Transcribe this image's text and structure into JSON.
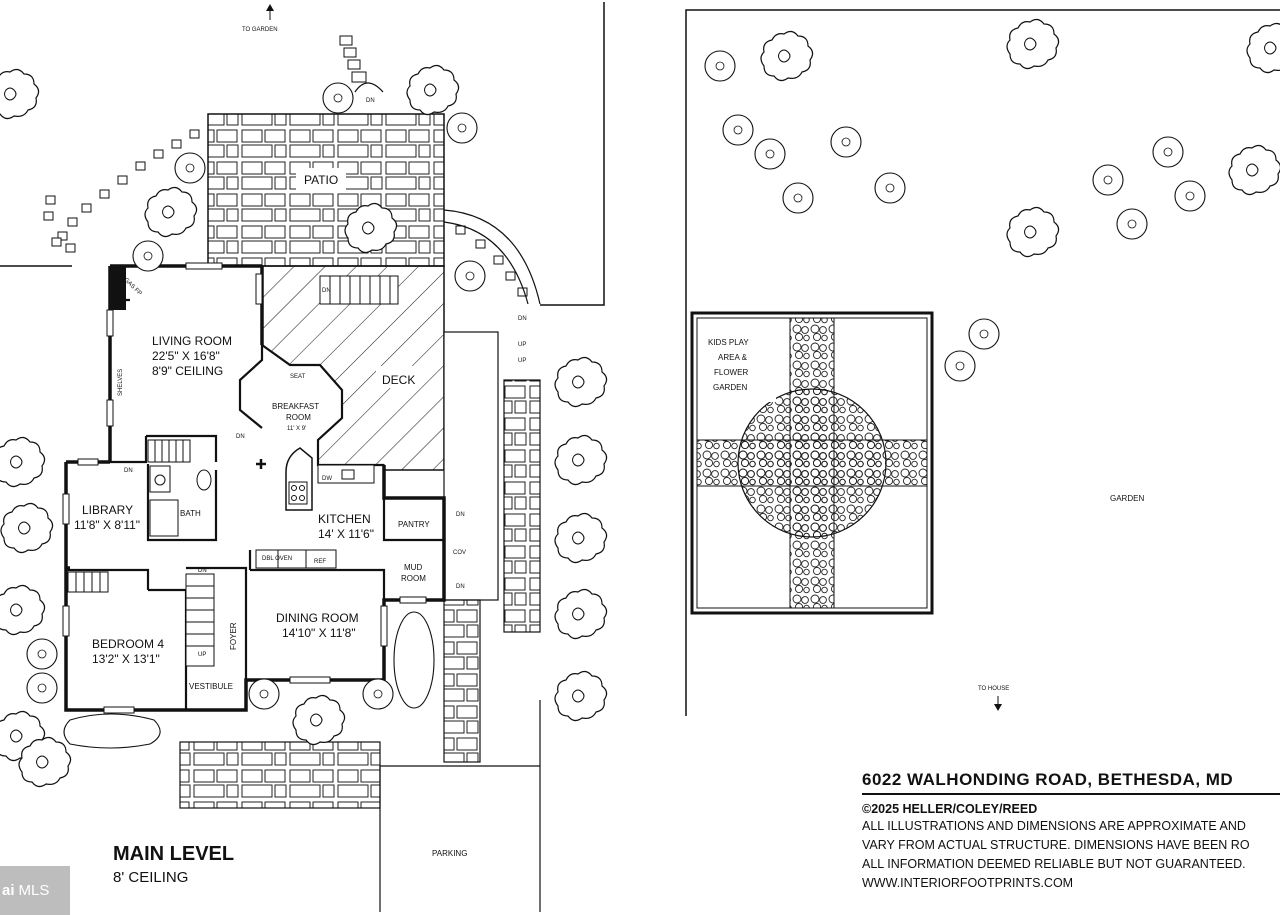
{
  "site": {
    "to_garden": "TO GARDEN",
    "to_house": "TO HOUSE",
    "patio": "PATIO",
    "deck": "DECK",
    "garden": "GARDEN",
    "parking": "PARKING",
    "kids_area": [
      "KIDS PLAY",
      "AREA &",
      "FLOWER",
      "GARDEN"
    ]
  },
  "rooms": {
    "living": {
      "name": "LIVING ROOM",
      "dims": "22'5\" X 16'8\"",
      "ceiling": "8'9\" CEILING"
    },
    "breakfast": {
      "name1": "BREAKFAST",
      "name2": "ROOM",
      "dims": "11' X 9'"
    },
    "library": {
      "name": "LIBRARY",
      "dims": "11'8\" X 8'11\""
    },
    "bath": "BATH",
    "kitchen": {
      "name": "KITCHEN",
      "dims": "14' X 11'6\""
    },
    "pantry": "PANTRY",
    "mud": {
      "name1": "MUD",
      "name2": "ROOM"
    },
    "dining": {
      "name": "DINING ROOM",
      "dims": "14'10\" X 11'8\""
    },
    "bedroom4": {
      "name": "BEDROOM 4",
      "dims": "13'2\" X 13'1\""
    },
    "foyer": "FOYER",
    "vestibule": "VESTIBULE"
  },
  "fixtures": {
    "seat": "SEAT",
    "shelves": "SHELVES",
    "gas_fp": "GAS FP",
    "dw": "DW",
    "dbl_oven": "DBL OVEN",
    "ref": "REF",
    "cov": "COV",
    "dn": "DN",
    "up": "UP"
  },
  "level": {
    "name": "MAIN LEVEL",
    "ceiling": "8' CEILING"
  },
  "notes": {
    "address": "6022 WALHONDING ROAD, BETHESDA, MD",
    "copyright": "©2025 HELLER/COLEY/REED",
    "line1": "ALL ILLUSTRATIONS AND DIMENSIONS ARE APPROXIMATE AND",
    "line2": "VARY FROM ACTUAL STRUCTURE. DIMENSIONS HAVE BEEN RO",
    "line3": "ALL INFORMATION DEEMED RELIABLE BUT NOT GUARANTEED.",
    "website": "WWW.INTERIORFOOTPRINTS.COM"
  },
  "watermark": {
    "logo": "ai",
    "text": "MLS"
  },
  "colors": {
    "ink": "#111111",
    "paper": "#ffffff",
    "watermark": "#bdbdbd"
  }
}
